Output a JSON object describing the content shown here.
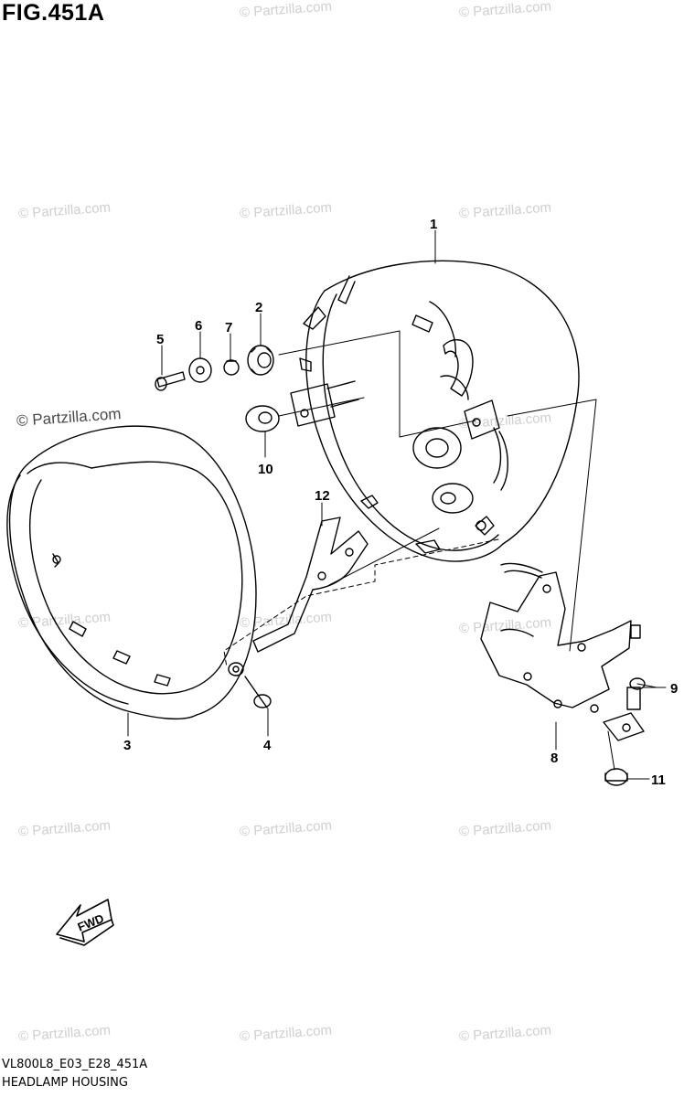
{
  "figure": {
    "title": "FIG.451A",
    "code": "VL800L8_E03_E28_451A",
    "name": "HEADLAMP HOUSING"
  },
  "watermark": {
    "text": "© Partzilla.com"
  },
  "direction_arrow": {
    "label": "FWD"
  },
  "callouts": {
    "c1": "1",
    "c2": "2",
    "c3": "3",
    "c4": "4",
    "c5": "5",
    "c6": "6",
    "c7": "7",
    "c8": "8",
    "c9": "9",
    "c10": "10",
    "c11": "11",
    "c12": "12"
  },
  "colors": {
    "line": "#000000",
    "watermark_light": "#cfcfcf",
    "watermark_dark": "#4a4a4a"
  }
}
